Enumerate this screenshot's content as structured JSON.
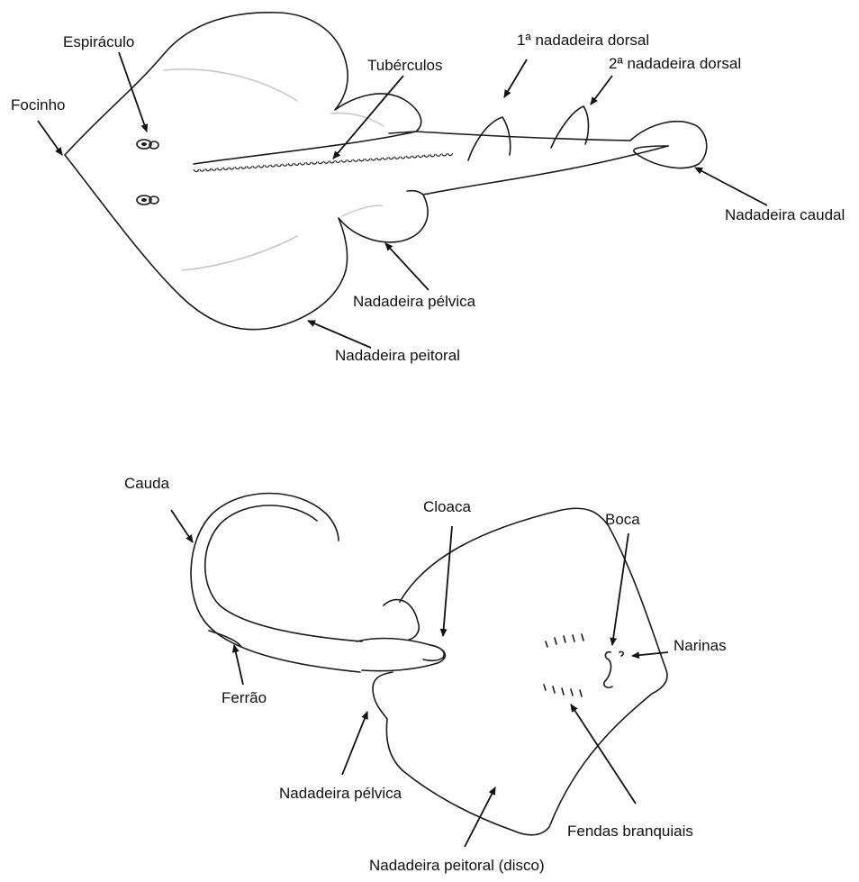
{
  "figure_top": {
    "labels": {
      "focinho": "Focinho",
      "espiraculo": "Espiráculo",
      "tuberculos": "Tubérculos",
      "dorsal1": "1ª nadadeira dorsal",
      "dorsal2": "2ª nadadeira dorsal",
      "caudal": "Nadadeira caudal",
      "pelvica": "Nadadeira pélvica",
      "peitoral": "Nadadeira peitoral"
    }
  },
  "figure_bottom": {
    "labels": {
      "cauda": "Cauda",
      "cloaca": "Cloaca",
      "boca": "Boca",
      "narinas": "Narinas",
      "ferrao": "Ferrão",
      "pelvica": "Nadadeira pélvica",
      "fendas": "Fendas branquiais",
      "peitoral_disco": "Nadadeira peitoral (disco)"
    }
  }
}
